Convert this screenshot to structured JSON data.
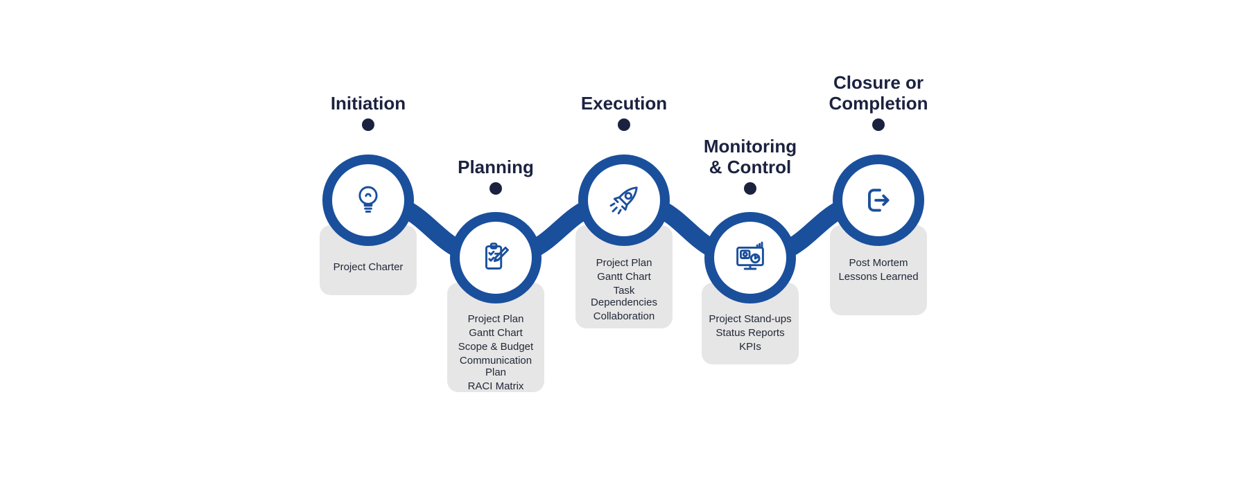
{
  "colors": {
    "accent_blue": "#1a4f9c",
    "dark_navy": "#1b2240",
    "card_gray": "#e6e6e6",
    "card_text": "#222838",
    "background": "#ffffff"
  },
  "phases": [
    {
      "id": "initiation",
      "title_lines": [
        "Initiation"
      ],
      "icon": "lightbulb-icon",
      "deliverables": [
        "Project Charter"
      ]
    },
    {
      "id": "planning",
      "title_lines": [
        "Planning"
      ],
      "icon": "clipboard-checklist-icon",
      "deliverables": [
        "Project Plan",
        "Gantt Chart",
        "Scope & Budget",
        "Communication Plan",
        "RACI Matrix"
      ]
    },
    {
      "id": "execution",
      "title_lines": [
        "Execution"
      ],
      "icon": "rocket-icon",
      "deliverables": [
        "Project Plan",
        "Gantt Chart",
        "Task Dependencies",
        "Collaboration"
      ]
    },
    {
      "id": "monitoring-control",
      "title_lines": [
        "Monitoring",
        "& Control"
      ],
      "icon": "monitor-analytics-icon",
      "deliverables": [
        "Project Stand-ups",
        "Status Reports",
        "KPIs"
      ]
    },
    {
      "id": "closure-completion",
      "title_lines": [
        "Closure or",
        "Completion"
      ],
      "icon": "exit-arrow-icon",
      "deliverables": [
        "Post Mortem",
        "Lessons Learned"
      ]
    }
  ]
}
